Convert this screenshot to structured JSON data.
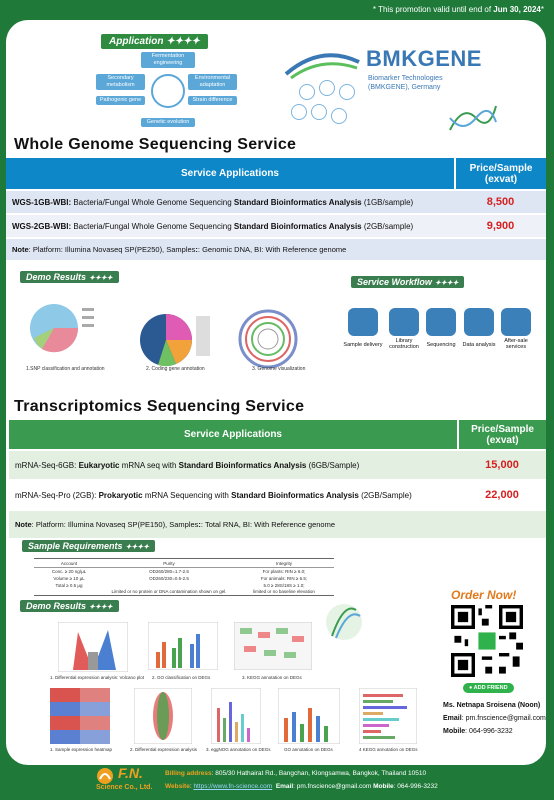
{
  "promo": {
    "prefix": "* This promotion  valid until end of ",
    "date": "Jun 30, 2024",
    "suffix": "*"
  },
  "header": {
    "application_tag": "Application",
    "application_items": [
      "Fermentation engineering",
      "Secondary metabolism",
      "Environmental adaptation",
      "Pathogenic gene",
      "Strain difference",
      "Genetic evolution"
    ],
    "logo_name": "BMKGENE",
    "logo_sub1": "Biomarker Technologies",
    "logo_sub2": "(BMKGENE),  Germany"
  },
  "wgs": {
    "title": "Whole Genome Sequencing Service",
    "head_services": "Service Applications",
    "head_price": "Price/Sample (exvat)",
    "rows": [
      {
        "code": "WGS-1GB-WBI:",
        "desc_a": "  Bacteria/Fungal Whole Genome Sequencing ",
        "desc_b": "Standard Bioinformatics Analysis",
        "desc_c": " (1GB/sample)",
        "price": "8,500"
      },
      {
        "code": "WGS-2GB-WBI:",
        "desc_a": "    Bacteria/Fungal Whole Genome Sequencing ",
        "desc_b": "Standard Bioinformatics Analysis",
        "desc_c": " (2GB/sample)",
        "price": "9,900"
      }
    ],
    "note_label": "Note",
    "note_a": ": Platform: Illumina  Novaseq SP(PE250),  Samples",
    "note_b": ": Genomic DNA,  BI",
    "note_c": ": With Reference genome"
  },
  "wgs_demo": {
    "demo_tag": "Demo Results",
    "workflow_tag": "Service Workflow",
    "captions": [
      "1.SNP classification and annotation",
      "2. Coding gene annotation",
      "3. Genome visualization"
    ],
    "workflow_steps": [
      "Sample delivery",
      "Library construction",
      "Sequencing",
      "Data analysis",
      "After-sale services"
    ]
  },
  "trans": {
    "title": "Transcriptomics Sequencing Service",
    "head_services": "Service Applications",
    "head_price": "Price/Sample (exvat)",
    "rows": [
      {
        "code": "mRNA-Seq-6GB: ",
        "bold1": "Eukaryotic",
        "desc_a": " mRNA seq with ",
        "bold2": "Standard Bioinformatics Analysis",
        "desc_c": " (6GB/Sample)",
        "price": "15,000"
      },
      {
        "code": "mRNA-Seq-Pro  (2GB): ",
        "bold1": "Prokaryotic",
        "desc_a": " mRNA Sequencing with ",
        "bold2": "Standard Bioinformatics Analysis",
        "desc_c": " (2GB/Sample)",
        "price": "22,000"
      }
    ],
    "note_label": "Note",
    "note_a": ": Platform: Illumina  Novaseq SP(PE150),  Samples",
    "note_b": ": Total RNA,  BI",
    "note_c": ": With Reference genome"
  },
  "trans_extra": {
    "sample_tag": "Sample Requirements",
    "sample_headers": [
      "Account",
      "Purity",
      "Integrity"
    ],
    "sample_rows": [
      [
        "Conc. ≥ 20 ng/μL",
        "OD260/280=1.7-2.5",
        "For plants: RIN ≥ 6.0;"
      ],
      [
        "Volume ≥ 10 μL",
        "OD260/230=0.5-2.5",
        "For animals: RIN ≥ 6.5;"
      ],
      [
        "Total ≥ 0.5 μg",
        "",
        "5.0 ≥ 28S/18S ≥ 1.0;"
      ],
      [
        "",
        "Limited or no protein or DNA contamination shown on gel.",
        "limited or no baseline elevation"
      ]
    ],
    "demo_tag": "Demo Results",
    "captions_row1": [
      "1. Differential expression analysis: Volcano plot",
      "2. GO classification on DEGs",
      "3. KEGG annotation on DEGs"
    ],
    "captions_row2": [
      "1. Sample expression heatmap",
      "2. Differential expression analysis",
      "3. eggNOG annotation on DEGs",
      "GO annotation on DEGs",
      "4 KEGG annotation on DEGs"
    ]
  },
  "order": {
    "title": "Order Now!",
    "add_friend": "ADD FRIEND",
    "name": "Ms. Netnapa Sroisena (Noon)",
    "email_label": "Email",
    "email": ": pm.fnscience@gmail.com",
    "mobile_label": "Mobile",
    "mobile": ": 064-996-3232"
  },
  "footer": {
    "company1": "F.N.",
    "company2": "Science Co., Ltd.",
    "billing_label": "Billing address",
    "billing": ": 805/30 Hathairat Rd., Bangchan, Klongsamwa,  Bangkok, Thailand  10510",
    "website_label": "Website",
    "website": "https://www.fn-science.com",
    "email_label": "Email",
    "email": ": pm.fnscience@gmail.com",
    "mobile_label": "Mobile",
    "mobile": ": 064-996-3232"
  },
  "colors": {
    "bg": "#1f7a3a",
    "wgs_header": "#0d87c8",
    "trans_header": "#3a9a4f",
    "price_red": "#d61f1f",
    "row_shade": "#dfe6f3",
    "trans_row": "#e3efe0"
  }
}
